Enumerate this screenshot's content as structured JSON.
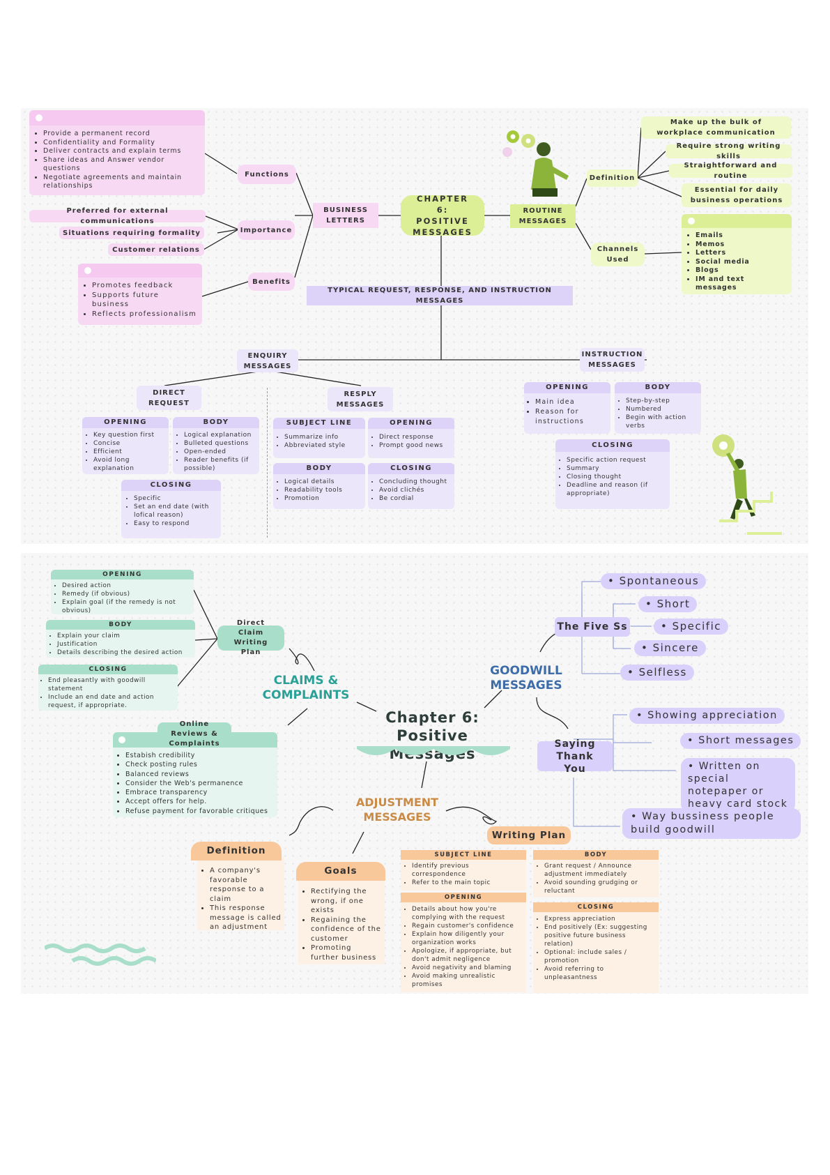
{
  "top": {
    "center": "CHAPTER 6: POSITIVE MESSAGES",
    "business_letters": "BUSINESS LETTERS",
    "routine_messages": "ROUTINE MESSAGES",
    "functions": {
      "label": "Functions",
      "items": [
        "Provide a permanent record",
        "Confidentiality and Formality",
        "Deliver contracts and explain terms",
        "Share ideas and Answer vendor questions",
        "Negotiate agreements and maintain relationships"
      ]
    },
    "importance": {
      "label": "Importance",
      "items": [
        "Preferred for external communications",
        "Situations requiring formality",
        "Customer relations"
      ]
    },
    "benefits": {
      "label": "Benefits",
      "items": [
        "Promotes feedback",
        "Supports future business",
        "Reflects professionalism"
      ]
    },
    "definition": {
      "label": "Definition",
      "items": [
        "Make up the bulk of workplace communication",
        "Require strong writing skills",
        "Straightforward and routine",
        "Essential for daily business operations"
      ]
    },
    "channels": {
      "label": "Channels Used",
      "items": [
        "Emails",
        "Memos",
        "Letters",
        "Social media",
        "Blogs",
        "IM and text messages"
      ]
    },
    "typical": "TYPICAL REQUEST, RESPONSE, AND INSTRUCTION MESSAGES",
    "enquiry": "ENQUIRY MESSAGES",
    "instruction": "INSTRUCTION MESSAGES",
    "direct_request": {
      "label": "DIRECT REQUEST",
      "opening": {
        "title": "OPENING",
        "items": [
          "Key question first",
          "Concise",
          "Efficient",
          "Avoid long explanation"
        ]
      },
      "body": {
        "title": "BODY",
        "items": [
          "Logical explanation",
          "Bulleted questions",
          "Open-ended",
          "Reader benefits (if possible)"
        ]
      },
      "closing": {
        "title": "CLOSING",
        "items": [
          "Specific",
          "Set an end date (with lofical reason)",
          "Easy to respond"
        ]
      }
    },
    "reply": {
      "label": "RESPLY MESSAGES",
      "subject": {
        "title": "SUBJECT LINE",
        "items": [
          "Summarize info",
          "Abbreviated style"
        ]
      },
      "opening": {
        "title": "OPENING",
        "items": [
          "Direct response",
          "Prompt good news"
        ]
      },
      "body": {
        "title": "BODY",
        "items": [
          "Logical details",
          "Readability tools",
          "Promotion"
        ]
      },
      "closing": {
        "title": "CLOSING",
        "items": [
          "Concluding thought",
          "Avoid clichés",
          "Be cordial"
        ]
      }
    },
    "instr": {
      "opening": {
        "title": "OPENING",
        "items": [
          "Main idea",
          "Reason for instructions"
        ]
      },
      "body": {
        "title": "BODY",
        "items": [
          "Step-by-step",
          "Numbered",
          "Begin with action verbs"
        ]
      },
      "closing": {
        "title": "CLOSING",
        "items": [
          "Specific action request",
          "Summary",
          "Closing thought",
          "Deadline and reason (if appropriate)"
        ]
      }
    }
  },
  "bottom": {
    "center_line1": "Chapter 6:",
    "center_line2": "Positive Messages",
    "claims": "CLAIMS & COMPLAINTS",
    "goodwill": "GOODWILL MESSAGES",
    "adjustment": "ADJUSTMENT MESSAGES",
    "direct_claim": "Direct Claim Writing Plan",
    "claim_opening": {
      "title": "OPENING",
      "items": [
        "Desired action",
        "Remedy (if obvious)",
        "Explain goal (if the remedy is not obvious)"
      ]
    },
    "claim_body": {
      "title": "BODY",
      "items": [
        "Explain your claim",
        "Justification",
        "Details describing the desired action"
      ]
    },
    "claim_closing": {
      "title": "CLOSING",
      "items": [
        "End pleasantly with goodwill statement",
        "Include an end date and action request, if appropriate."
      ]
    },
    "online": {
      "title": "Online Reviews & Complaints",
      "items": [
        "Estabish credibility",
        "Check posting rules",
        "Balanced reviews",
        "Consider the Web's permanence",
        "Embrace transparency",
        "Accept offers for help.",
        "Refuse payment for favorable critiques"
      ]
    },
    "five_ss": "The Five Ss",
    "five_items": [
      "Spontaneous",
      "Short",
      "Specific",
      "Sincere",
      "Selfless"
    ],
    "saying_thanks": "Saying Thank You",
    "thanks_items": [
      "Showing appreciation",
      "Short messages",
      "Written on special notepaper or heavy card stock",
      "Way bussiness people build goodwill"
    ],
    "definition": {
      "title": "Definition",
      "items": [
        "A company's favorable response to a claim",
        "This response message is called an adjustment"
      ]
    },
    "goals": {
      "title": "Goals",
      "items": [
        "Rectifying the wrong, if one exists",
        "Regaining the confidence of the customer",
        "Promoting further business"
      ]
    },
    "writing_plan": "Writing Plan",
    "wp_subject": {
      "title": "SUBJECT LINE",
      "items": [
        "Identify previous correspondence",
        "Refer to the main topic"
      ]
    },
    "wp_opening": {
      "title": "OPENING",
      "items": [
        "Details about how you're complying with the request",
        "Regain customer's confidence",
        "Explain how diligently your organization works",
        "Apologize, if appropriate, but don't admit negligence",
        "Avoid negativity and blaming",
        "Avoid making unrealistic promises"
      ]
    },
    "wp_body": {
      "title": "BODY",
      "items": [
        "Grant request / Announce adjustment immediately",
        "Avoid sounding grudging or reluctant"
      ]
    },
    "wp_closing": {
      "title": "CLOSING",
      "items": [
        "Express appreciation",
        "End positively (Ex: suggesting positive future business relation)",
        "Optional: include sales / promotion",
        "Avoid referring to unpleasantness"
      ]
    }
  },
  "colors": {
    "pink": "#f7d9f4",
    "lavender": "#ddd2f7",
    "lime": "#dcee96",
    "mint": "#a9dfca",
    "peach": "#f9c89a",
    "purple": "#d9d0fb"
  }
}
